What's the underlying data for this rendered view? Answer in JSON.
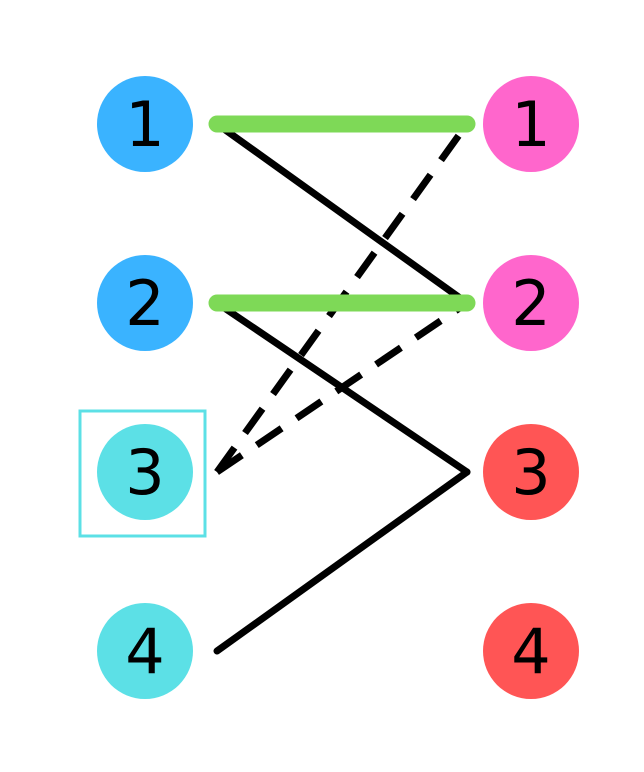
{
  "left_nodes": [
    {
      "id": "L1",
      "label": "1",
      "color": "#3AB3FF"
    },
    {
      "id": "L2",
      "label": "2",
      "color": "#3AB3FF"
    },
    {
      "id": "L3",
      "label": "3",
      "color": "#5CE0E6",
      "highlighted": true
    },
    {
      "id": "L4",
      "label": "4",
      "color": "#5CE0E6"
    }
  ],
  "right_nodes": [
    {
      "id": "R1",
      "label": "1",
      "color": "#FF66CC"
    },
    {
      "id": "R2",
      "label": "2",
      "color": "#FF66CC"
    },
    {
      "id": "R3",
      "label": "3",
      "color": "#FF5555"
    },
    {
      "id": "R4",
      "label": "4",
      "color": "#FF5555"
    }
  ],
  "edges": [
    {
      "from": "L1",
      "to": "R1",
      "style": "matched",
      "color": "#7ED957"
    },
    {
      "from": "L2",
      "to": "R2",
      "style": "matched",
      "color": "#7ED957"
    },
    {
      "from": "L1",
      "to": "R2",
      "style": "solid",
      "color": "#000000"
    },
    {
      "from": "L2",
      "to": "R3",
      "style": "solid",
      "color": "#000000"
    },
    {
      "from": "L4",
      "to": "R3",
      "style": "solid",
      "color": "#000000"
    },
    {
      "from": "L3",
      "to": "R1",
      "style": "dashed",
      "color": "#000000"
    },
    {
      "from": "L3",
      "to": "R2",
      "style": "dashed",
      "color": "#000000"
    }
  ],
  "highlight_color": "#5CE0E6"
}
